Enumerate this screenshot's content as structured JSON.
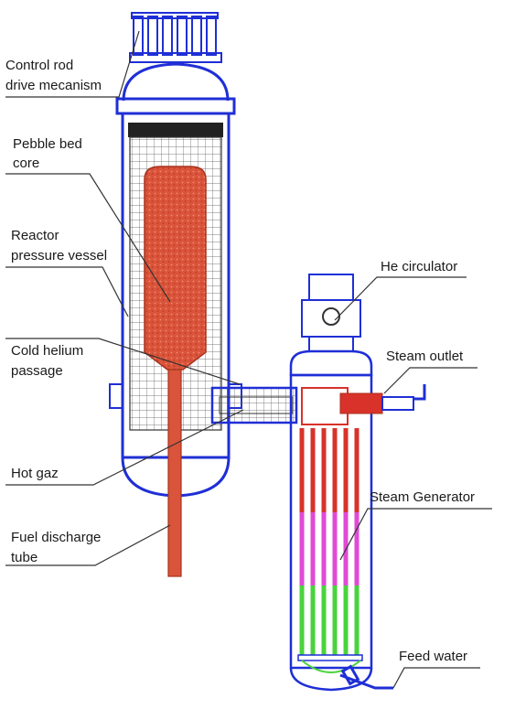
{
  "labels": {
    "control_rod": [
      "Control rod",
      "drive mecanism"
    ],
    "pebble_bed": [
      "Pebble bed",
      "core"
    ],
    "pressure_vessel": [
      "Reactor",
      "pressure vessel"
    ],
    "cold_helium": [
      "Cold helium",
      "passage"
    ],
    "hot_gaz": [
      "Hot gaz"
    ],
    "fuel_discharge": [
      "Fuel discharge",
      "tube"
    ],
    "he_circulator": [
      "He circulator"
    ],
    "steam_outlet": [
      "Steam outlet"
    ],
    "steam_generator": [
      "Steam Generator"
    ],
    "feed_water": [
      "Feed water"
    ]
  },
  "colors": {
    "vessel_outline": "#1f2fd6",
    "core_fill": "#d9543a",
    "tube_red": "#d8322a",
    "tube_magenta": "#e04ad6",
    "tube_green": "#49d33c",
    "grid_line": "#333333",
    "text": "#1a1a1a"
  }
}
